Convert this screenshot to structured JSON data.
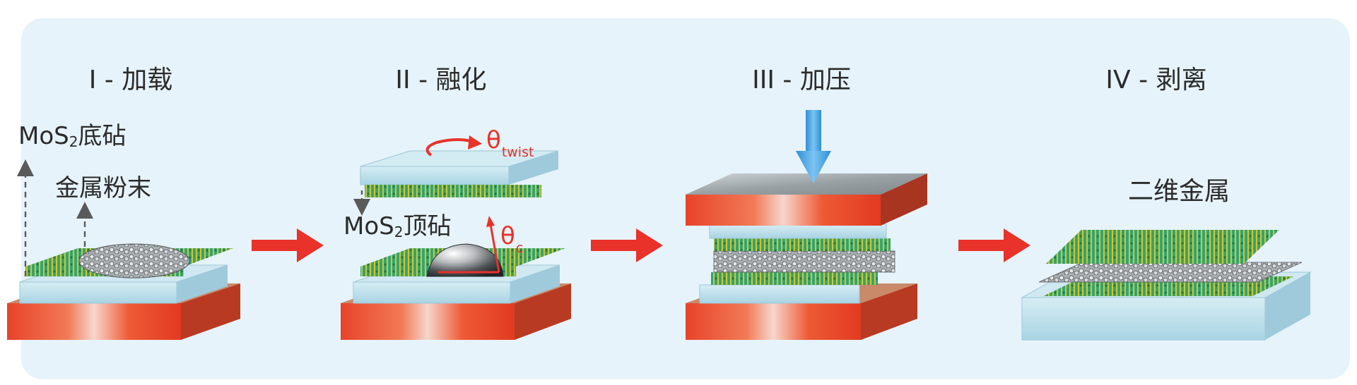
{
  "stages": [
    {
      "numeral": "I",
      "sep": " - ",
      "label": "加载"
    },
    {
      "numeral": "II",
      "sep": " - ",
      "label": "融化"
    },
    {
      "numeral": "III",
      "sep": " - ",
      "label": "加压"
    },
    {
      "numeral": "IV",
      "sep": " - ",
      "label": "剥离"
    }
  ],
  "callouts": {
    "bottom_anvil": {
      "prefix": "MoS",
      "sub": "2",
      "suffix": "底砧"
    },
    "metal_powder": "金属粉末",
    "top_anvil": {
      "prefix": "MoS",
      "sub": "2",
      "suffix": "顶砧"
    },
    "twod_metal": "二维金属"
  },
  "angles": {
    "twist": {
      "symbol": "θ",
      "sub": "twist"
    },
    "contact": {
      "symbol": "θ",
      "sub": "c"
    }
  },
  "colors": {
    "background": "#e6f3fa",
    "process_arrow": "#e8322a",
    "heater": "#e8432a",
    "mos2_green": "#2aa57a",
    "mos2_yellow": "#d8c22a",
    "press_arrow": "#3a9ee0",
    "angle_red": "#e8322a"
  }
}
